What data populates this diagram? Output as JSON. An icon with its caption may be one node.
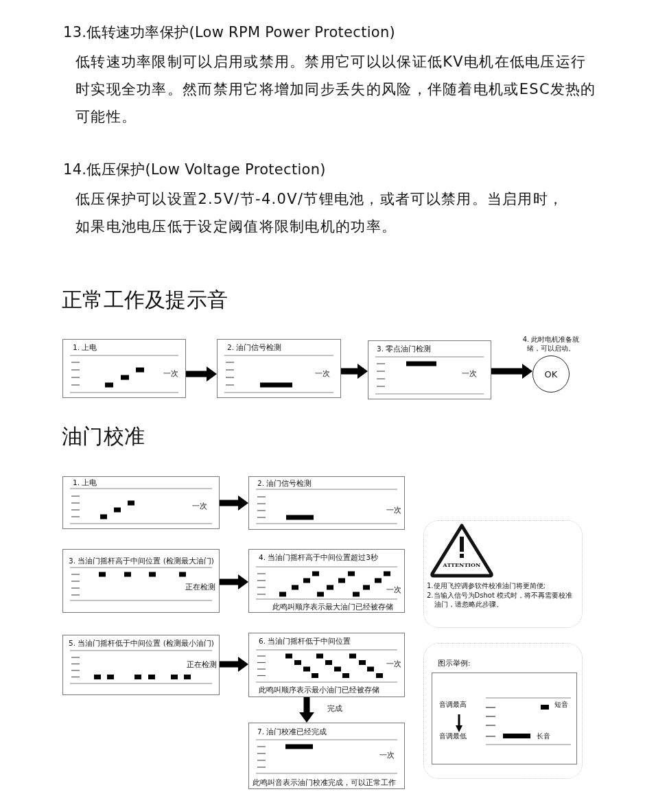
{
  "diagram": {
    "nodes": [
      {
        "text": [
          "1. 上电",
          "一次"
        ]
      },
      {
        "text": [
          "2. 油门信号检测",
          "一次"
        ]
      },
      {
        "text": [
          "3. 零点油门检测",
          "一次"
        ]
      },
      {
        "text": [
          "OK"
        ],
        "beside": [
          "4. 此时电机准备就绪，可以启动。"
        ]
      },
      {
        "text": [
          "1. 上电",
          "一次"
        ]
      },
      {
        "text": [
          "2. 油门信号检测",
          "一次"
        ]
      },
      {
        "text": [
          "3. 当油门摇杆高于中间位置 (检测最大油门)",
          "正在检测"
        ]
      },
      {
        "text": [
          "4. 当油门摇杆高于中间位置超过3秒",
          "一次",
          "此鸣叫顺序表示最大油门已经被存储"
        ]
      },
      {
        "text": [
          "5. 当油门摇杆低于中间位置 (检测最小油门)",
          "正在检测"
        ]
      },
      {
        "text": [
          "6. 当油门摇杆低于中间位置",
          "一次",
          "此鸣叫顺序表示最小油门已经被存储"
        ]
      },
      {
        "text": [
          "7. 油门校准已经完成",
          "一次",
          "此鸣叫音表示油门校准完成，可以正常工作"
        ]
      },
      {
        "text": [
          "ATTENTION",
          "1.使用飞控调参软件校准油门将更简便;",
          "2.当输入信号为Dshot 模式时，将不再需要校准油门，请忽略此步骤。"
        ]
      },
      {
        "text": [
          "图示举例:"
        ]
      },
      {
        "text": [
          "音调最高",
          "音调最低",
          "短音",
          "长音"
        ],
        "in": 12
      }
    ],
    "edges": [
      {
        "from": 0,
        "to": 1,
        "arrow": "to"
      },
      {
        "from": 1,
        "to": 2,
        "arrow": "to"
      },
      {
        "from": 2,
        "to": 3,
        "arrow": "to"
      },
      {
        "from": 4,
        "to": 5,
        "arrow": "to"
      },
      {
        "from": 6,
        "to": 7,
        "arrow": "to"
      },
      {
        "from": 8,
        "to": 9,
        "arrow": "to"
      },
      {
        "from": 9,
        "to": 10,
        "arrow": "to",
        "label": "完成"
      }
    ],
    "labels": [
      "13.低转速功率保护(Low RPM Power Protection)",
      "低转速功率限制可以启用或禁用。禁用它可以以保证低KV电机在低电压运行时实现全功率。然而禁用它将增加同步丢失的风险，伴随着电机或ESC发热的可能性。",
      "14.低压保护(Low Voltage Protection)",
      "低压保护可以设置2.5V/节-4.0V/节锂电池，或者可以禁用。当启用时，如果电池电压低于设定阈值将限制电机的功率。",
      "正常工作及提示音",
      "油门校准"
    ]
  }
}
